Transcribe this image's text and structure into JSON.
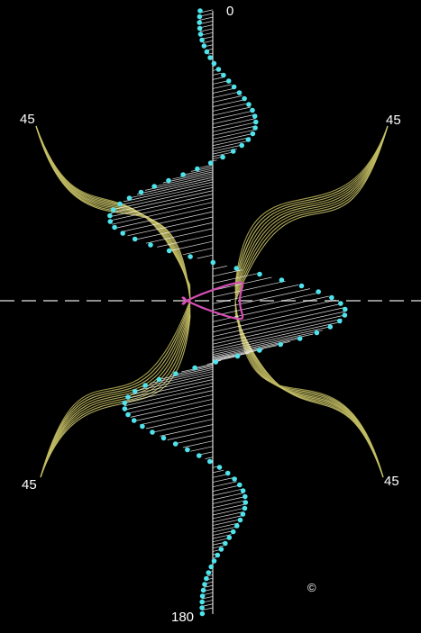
{
  "labels": {
    "top": "0",
    "bottom": "180",
    "upper_left": "45",
    "upper_right": "45",
    "lower_left": "45",
    "lower_right": "45",
    "copyright": "©"
  },
  "colors": {
    "background": "#000000",
    "axis_line": "#bfbfbf",
    "spiral_dots": "#4fe3ec",
    "spokes": "#ffffff",
    "ribbon": "#c9c36a",
    "ribbon_edge": "#b5ae52",
    "inner_curve": "#d64fb4",
    "label_text": "#ffffff"
  }
}
